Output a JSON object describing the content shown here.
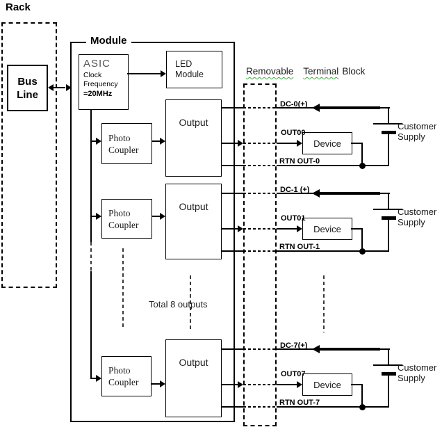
{
  "rack": {
    "title": "Rack"
  },
  "bus": {
    "line1": "Bus",
    "line2": "Line"
  },
  "module": {
    "title": "Module",
    "asic": {
      "name": "ASIC",
      "clock": "Clock",
      "frequency": "Frequency",
      "freq_value": "=20MHz"
    },
    "led": {
      "line1": "LED",
      "line2": "Module"
    },
    "photo_coupler": {
      "line1": "Photo",
      "line2": "Coupler"
    },
    "output_label": "Output",
    "total_note": "Total 8 outputs"
  },
  "terminal_block": {
    "word1": "Removable",
    "word2": "Terminal",
    "word3": "Block"
  },
  "channels": [
    {
      "dc": "DC-0(+)",
      "out": "OUT00",
      "rtn": "RTN OUT-0",
      "device": "Device",
      "supply1": "Customer",
      "supply2": "Supply"
    },
    {
      "dc": "DC-1 (+)",
      "out": "OUT01",
      "rtn": "RTN OUT-1",
      "device": "Device",
      "supply1": "Customer",
      "supply2": "Supply"
    },
    {
      "dc": "DC-7(+)",
      "out": "OUT07",
      "rtn": "RTN OUT-7",
      "device": "Device",
      "supply1": "Customer",
      "supply2": "Supply"
    }
  ],
  "colors": {
    "ink": "#000000",
    "spellcheck_squiggle": "#3caf3c",
    "background": "#ffffff"
  }
}
